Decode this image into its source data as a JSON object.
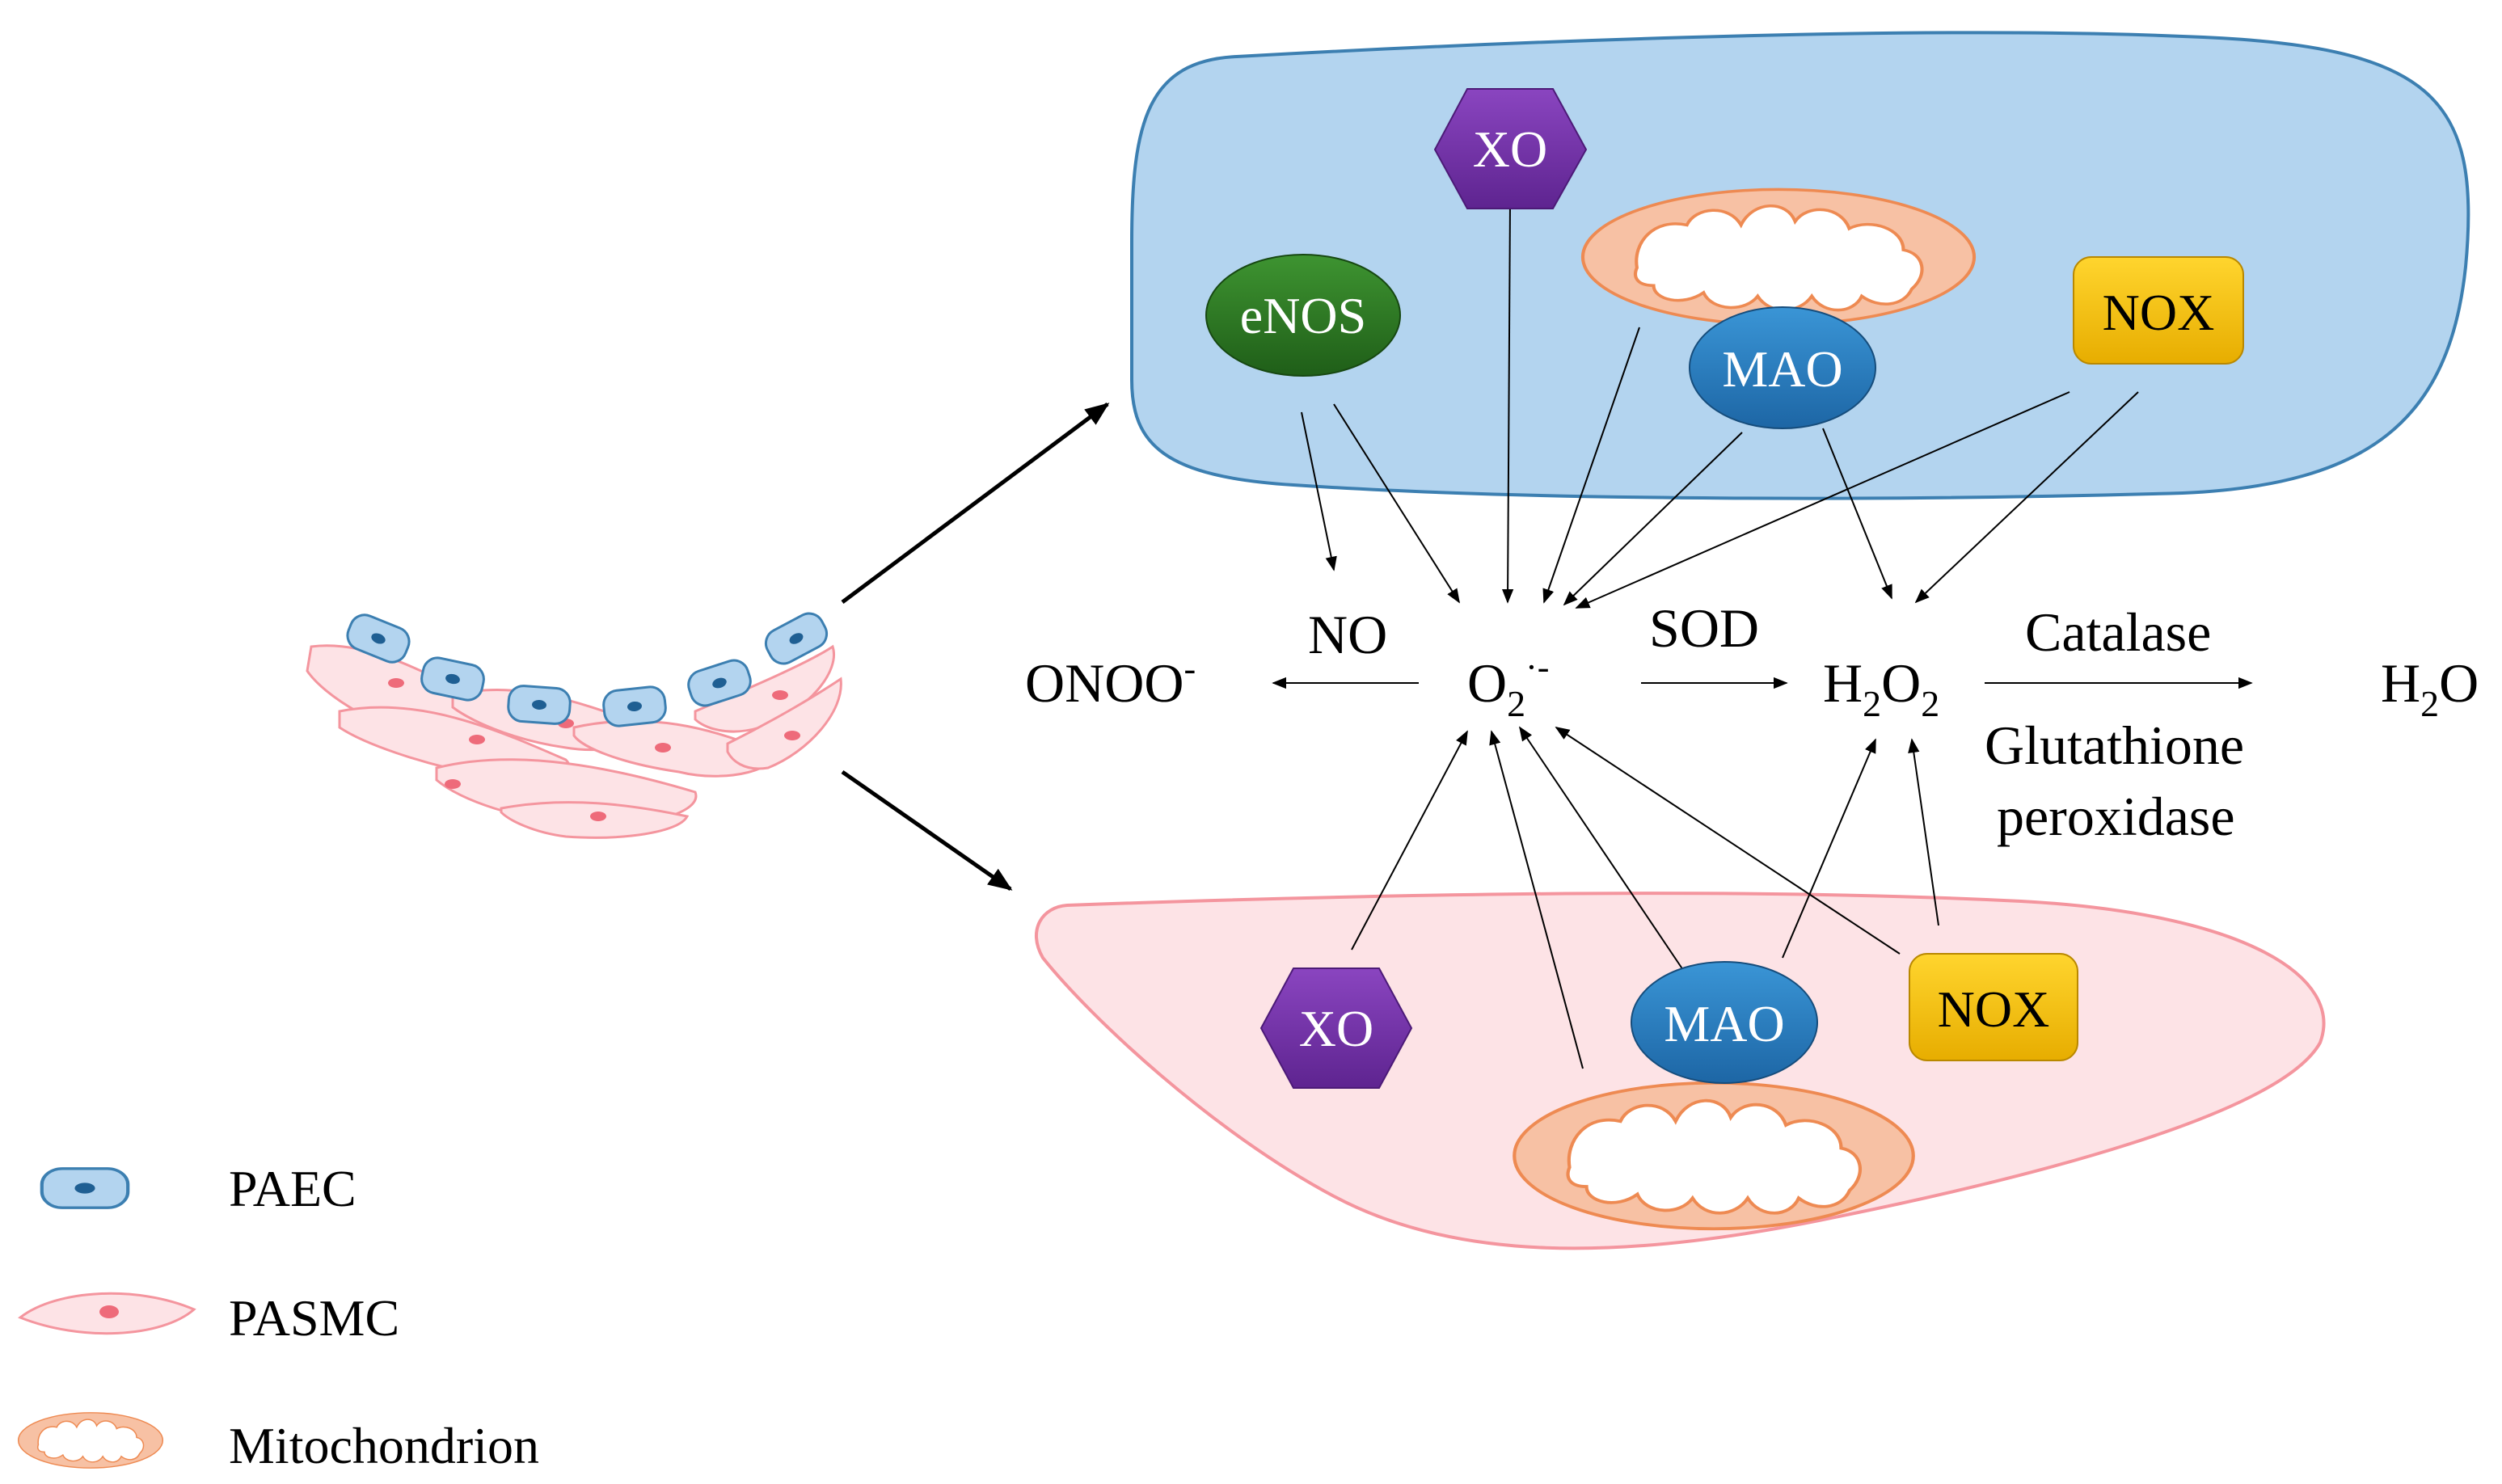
{
  "colors": {
    "paec_fill": "#b3d4ef",
    "paec_stroke": "#3c7fb1",
    "pasmc_fill": "#fde3e6",
    "pasmc_stroke": "#f4959e",
    "mito_fill": "#f7c1a4",
    "mito_stroke": "#ee8a52",
    "xo": "#7030a0",
    "enos": "#2f7b22",
    "mao": "#2a7fc1",
    "nox": "#f4c000"
  },
  "enzymes": {
    "xo": "XO",
    "enos": "eNOS",
    "mao": "MAO",
    "nox": "NOX"
  },
  "species": {
    "onoo": "ONOO",
    "onoo_sup": "-",
    "no": "NO",
    "o2": "O",
    "o2_sub": "2",
    "o2_sup": "·-",
    "sod": "SOD",
    "h2o2_a": "H",
    "h2o2_sub1": "2",
    "h2o2_b": "O",
    "h2o2_sub2": "2",
    "catalase": "Catalase",
    "glutathione": "Glutathione",
    "peroxidase": "peroxidase",
    "h2o_a": "H",
    "h2o_sub": "2",
    "h2o_b": "O"
  },
  "legend": {
    "paec": "PAEC",
    "pasmc": "PASMC",
    "mito": "Mitochondrion"
  }
}
